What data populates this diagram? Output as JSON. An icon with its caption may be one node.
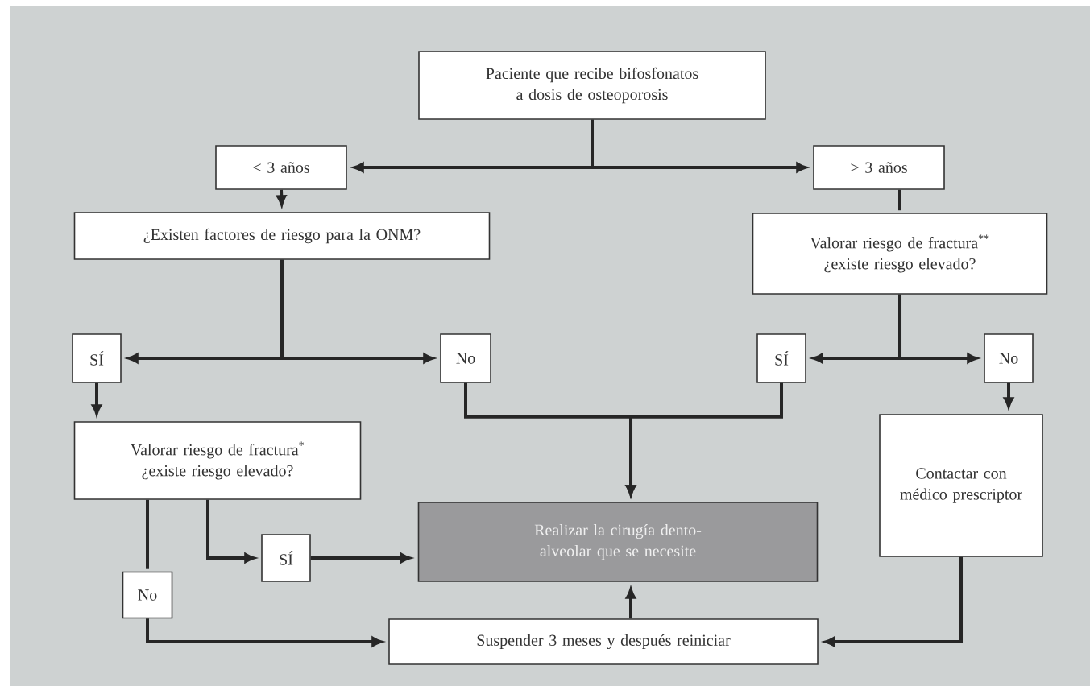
{
  "diagram": {
    "nodes": [
      {
        "text": [
          "Paciente que recibe bifosfonatos a dosis de osteoporosis"
        ]
      },
      {
        "text": [
          "< 3 años"
        ]
      },
      {
        "text": [
          "> 3 años"
        ]
      },
      {
        "text": [
          "¿Existen factores de riesgo para la ONM?"
        ]
      },
      {
        "text": [
          "Valorar riesgo de fractura$^{**}$ ¿existe riesgo elevado?"
        ]
      },
      {
        "text": [
          "SÍ"
        ]
      },
      {
        "text": [
          "No"
        ]
      },
      {
        "text": [
          "SÍ"
        ]
      },
      {
        "text": [
          "No"
        ]
      },
      {
        "text": [
          "Valorar riesgo de fractura$^{*}$ ¿existe riesgo elevado?"
        ]
      },
      {
        "text": [
          "Contactar con médico prescriptor"
        ]
      },
      {
        "text": [
          "SÍ"
        ]
      },
      {
        "text": [
          "Realizar la cirugía dento-alveolar que se necesite"
        ]
      },
      {
        "text": [
          "No"
        ]
      },
      {
        "text": [
          "Suspender 3 meses y después reiniciar"
        ]
      }
    ],
    "edges": [
      {
        "from": 0,
        "to": 1,
        "arrow": "to"
      },
      {
        "from": 0,
        "to": 2,
        "arrow": "to"
      },
      {
        "from": 1,
        "to": 3,
        "arrow": "to"
      },
      {
        "from": 2,
        "to": 4,
        "arrow": "none"
      },
      {
        "from": 3,
        "to": 5,
        "arrow": "to"
      },
      {
        "from": 3,
        "to": 6,
        "arrow": "to"
      },
      {
        "from": 4,
        "to": 7,
        "arrow": "to"
      },
      {
        "from": 4,
        "to": 8,
        "arrow": "to"
      },
      {
        "from": 5,
        "to": 9,
        "arrow": "to"
      },
      {
        "from": 6,
        "to": 12,
        "arrow": "to"
      },
      {
        "from": 7,
        "to": 12,
        "arrow": "to"
      },
      {
        "from": 8,
        "to": 10,
        "arrow": "to"
      },
      {
        "from": 9,
        "to": 11,
        "arrow": "to"
      },
      {
        "from": 9,
        "to": 13,
        "arrow": "none"
      },
      {
        "from": 13,
        "to": 14,
        "arrow": "to"
      },
      {
        "from": 10,
        "to": 14,
        "arrow": "to"
      },
      {
        "from": 14,
        "to": 12,
        "arrow": "to"
      },
      {
        "from": 11,
        "to": 12,
        "arrow": "to"
      }
    ]
  }
}
